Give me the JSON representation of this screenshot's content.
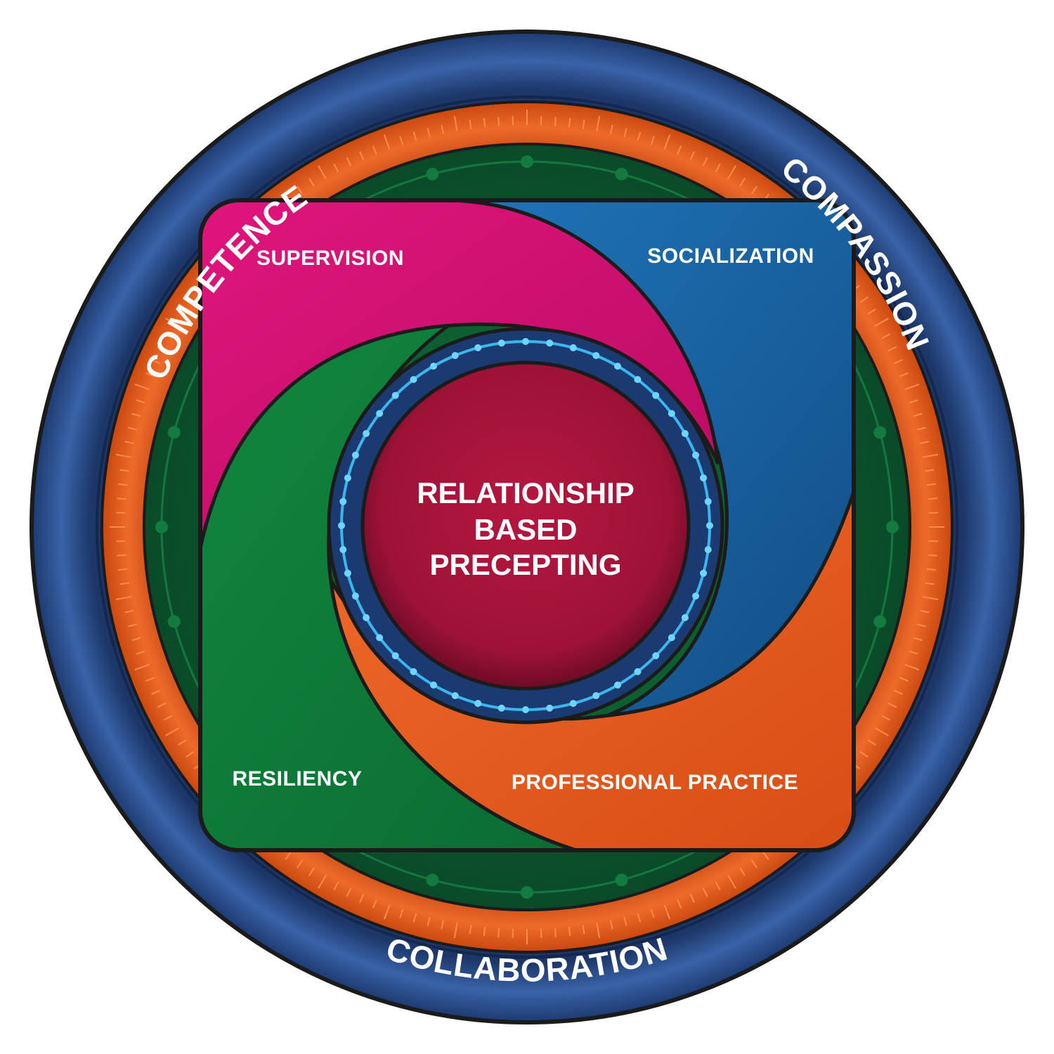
{
  "outer_ring": {
    "labels": {
      "competence": "COMPETENCE",
      "compassion": "COMPASSION",
      "collaboration": "COLLABORATION"
    },
    "color": "#2a4b86"
  },
  "sections": {
    "supervision": {
      "label": "SUPERVISION",
      "color": "#d41073"
    },
    "socialization": {
      "label": "SOCIALIZATION",
      "color": "#1a64a3"
    },
    "resiliency": {
      "label": "RESILIENCY",
      "color": "#0e7f3a"
    },
    "professional_practice": {
      "label": "PROFESSIONAL PRACTICE",
      "color": "#e55a20"
    }
  },
  "core": {
    "lines": [
      "RELATIONSHIP",
      "BASED",
      "PRECEPTING"
    ],
    "color": "#a8153e"
  },
  "colors": {
    "orange_ring": "#e0561d",
    "green_ring": "#0d5a33",
    "outline": "#1b1b1b",
    "core_ring": "#1f3f78",
    "core_ring_glow": "#3bb6f0"
  }
}
